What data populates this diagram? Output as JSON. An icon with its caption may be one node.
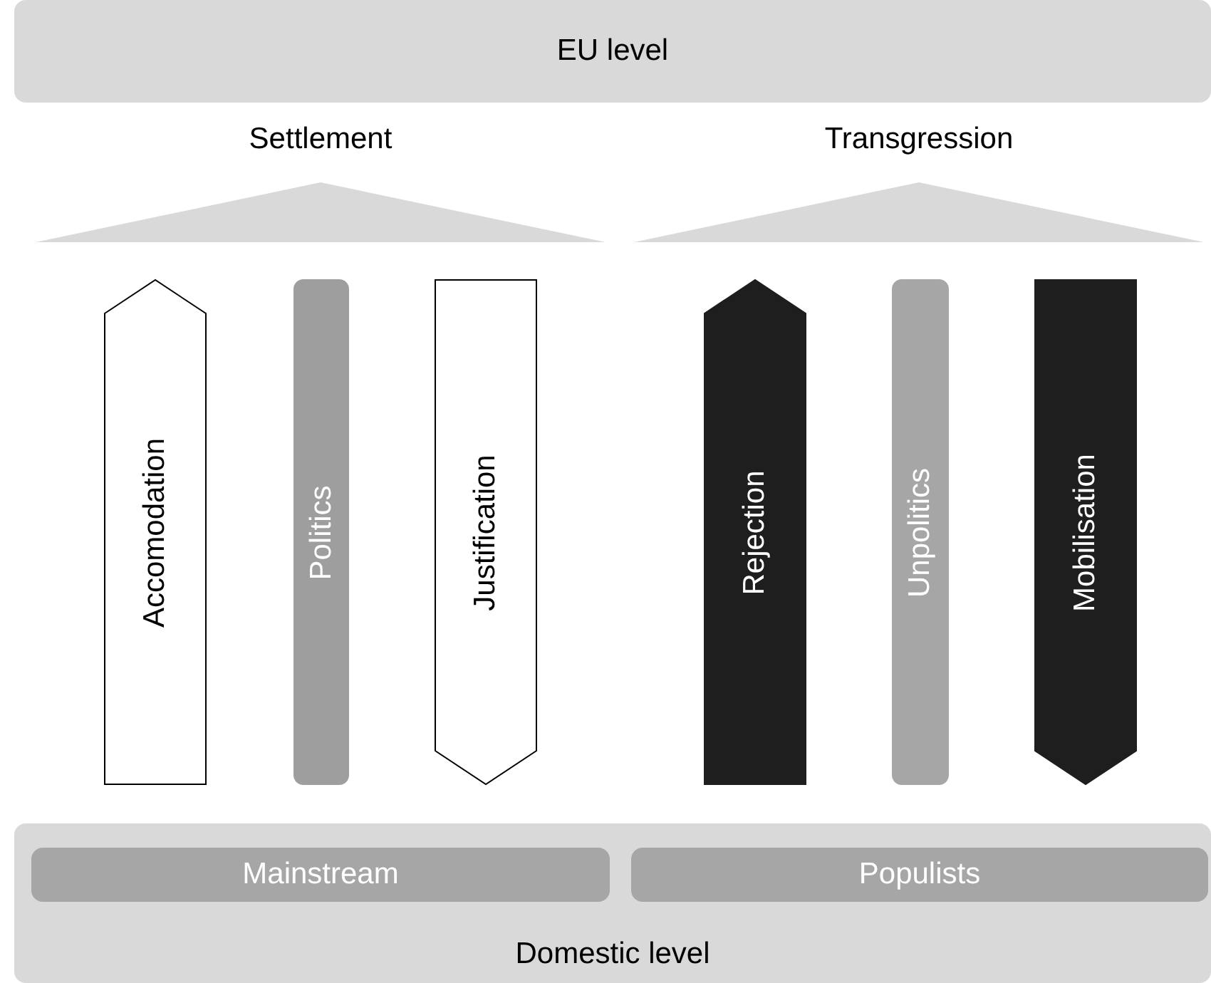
{
  "diagram": {
    "nodes": [
      {
        "text": [
          "EU level"
        ]
      },
      {
        "text": [
          "Settlement"
        ]
      },
      {
        "text": [
          "Transgression"
        ]
      },
      {
        "text": [
          "Accomodation"
        ]
      },
      {
        "text": [
          "Politics"
        ]
      },
      {
        "text": [
          "Justification"
        ]
      },
      {
        "text": [
          "Rejection"
        ]
      },
      {
        "text": [
          "Unpolitics"
        ]
      },
      {
        "text": [
          "Mobilisation"
        ]
      },
      {
        "text": [
          "Domestic level"
        ]
      },
      {
        "text": [
          "Mainstream"
        ],
        "in": 9
      },
      {
        "text": [
          "Populists"
        ],
        "in": 9
      }
    ]
  }
}
